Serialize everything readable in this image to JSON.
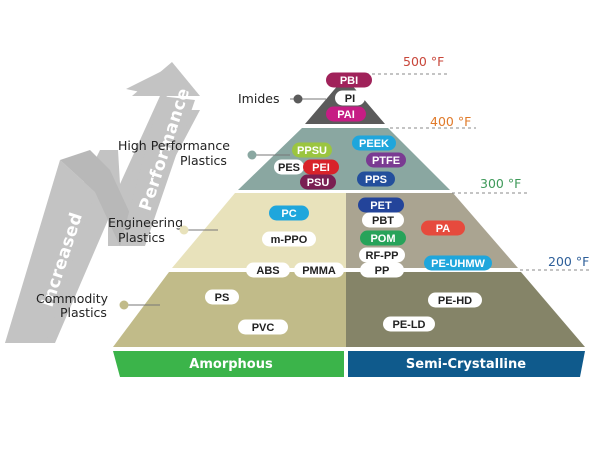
{
  "arrow": {
    "line1": "Increased",
    "line2": "Performance",
    "color": "#c3c3c3"
  },
  "tiers": {
    "imides": {
      "label": "Imides",
      "fill": "#5b5b5b"
    },
    "high_performance": {
      "label_line1": "High Performance",
      "label_line2": "Plastics",
      "fill": "#8aa7a1"
    },
    "engineering": {
      "label_line1": "Engineering",
      "label_line2": "Plastics",
      "fill_left": "#e8e2bb",
      "fill_right": "#aaa491"
    },
    "commodity": {
      "label_line1": "Commodity",
      "label_line2": "Plastics",
      "fill_left": "#c1bb89",
      "fill_right": "#858468"
    }
  },
  "temperatures": [
    {
      "label": "500 °F",
      "color": "#c8463a"
    },
    {
      "label": "400 °F",
      "color": "#e07a2a"
    },
    {
      "label": "300 °F",
      "color": "#3f9a5a"
    },
    {
      "label": "200 °F",
      "color": "#2e5f99"
    }
  ],
  "base": {
    "amorphous": {
      "label": "Amorphous",
      "color": "#3bb44a"
    },
    "semi_crystalline": {
      "label": "Semi-Crystalline",
      "color": "#0f5a8c"
    }
  },
  "materials": {
    "pbi": {
      "label": "PBI",
      "bg": "#a0225a",
      "fg": "#ffffff"
    },
    "pi": {
      "label": "PI",
      "bg": "#ffffff",
      "fg": "#222222"
    },
    "pai": {
      "label": "PAI",
      "bg": "#c61c84",
      "fg": "#ffffff"
    },
    "ppsu": {
      "label": "PPSU",
      "bg": "#9bc540",
      "fg": "#ffffff"
    },
    "pes": {
      "label": "PES",
      "bg": "#ffffff",
      "fg": "#222222"
    },
    "pei": {
      "label": "PEI",
      "bg": "#d8232a",
      "fg": "#ffffff"
    },
    "psu": {
      "label": "PSU",
      "bg": "#7a1f52",
      "fg": "#ffffff"
    },
    "peek": {
      "label": "PEEK",
      "bg": "#1fa6dc",
      "fg": "#ffffff"
    },
    "ptfe": {
      "label": "PTFE",
      "bg": "#7a3a92",
      "fg": "#ffffff"
    },
    "pps": {
      "label": "PPS",
      "bg": "#234f9c",
      "fg": "#ffffff"
    },
    "pc": {
      "label": "PC",
      "bg": "#1fa6dc",
      "fg": "#ffffff"
    },
    "m_ppo": {
      "label": "m-PPO",
      "bg": "#ffffff",
      "fg": "#222222"
    },
    "pet": {
      "label": "PET",
      "bg": "#23449a",
      "fg": "#ffffff"
    },
    "pbt": {
      "label": "PBT",
      "bg": "#ffffff",
      "fg": "#222222"
    },
    "pom": {
      "label": "POM",
      "bg": "#27a35a",
      "fg": "#ffffff"
    },
    "rf_pp": {
      "label": "RF-PP",
      "bg": "#ffffff",
      "fg": "#222222"
    },
    "pa": {
      "label": "PA",
      "bg": "#e64a3d",
      "fg": "#ffffff"
    },
    "pe_uhmw": {
      "label": "PE-UHMW",
      "bg": "#1fa6dc",
      "fg": "#ffffff"
    },
    "abs": {
      "label": "ABS",
      "bg": "#ffffff",
      "fg": "#222222"
    },
    "pmma": {
      "label": "PMMA",
      "bg": "#ffffff",
      "fg": "#222222"
    },
    "pp": {
      "label": "PP",
      "bg": "#ffffff",
      "fg": "#222222"
    },
    "ps": {
      "label": "PS",
      "bg": "#ffffff",
      "fg": "#222222"
    },
    "pvc": {
      "label": "PVC",
      "bg": "#ffffff",
      "fg": "#222222"
    },
    "pe_hd": {
      "label": "PE-HD",
      "bg": "#ffffff",
      "fg": "#222222"
    },
    "pe_ld": {
      "label": "PE-LD",
      "bg": "#ffffff",
      "fg": "#222222"
    }
  }
}
